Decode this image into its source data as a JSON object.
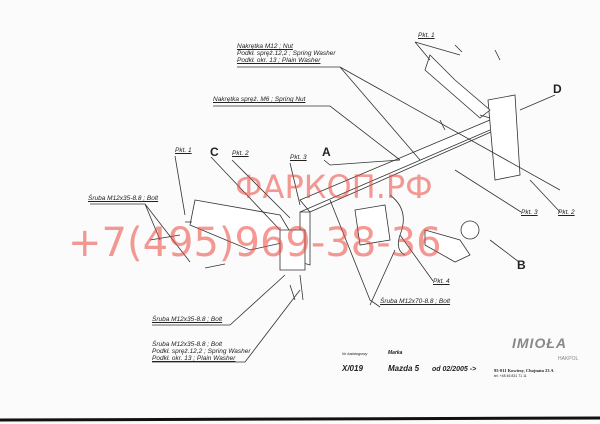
{
  "labels": {
    "nut_m12": "Nakrętka M12 ; Nut",
    "spring_washer": "Podkł. spręż.12,2 ; Spring Washer",
    "plain_washer": "Podkł. okr. 13 ; Plain Washer",
    "spring_nut": "Nakrętka spręż. M6 ; Spring Nut",
    "bolt_left": "Śruba M12x35-8.8 ; Bolt",
    "bolt_bottom": "Śruba M12x35-8.8 ; Bolt",
    "bolt_m12x70": "Śruba M12x70-8.8 ; Bolt",
    "bottom_bolt": "Śruba M12x35-8.8 ; Bolt",
    "bottom_spring_washer": "Podkł. spręż.12,2 ; Spring Washer",
    "bottom_plain_washer": "Podkł. okr. 13 ; Plain Washer"
  },
  "points": {
    "pkt1_top": "Pkt. 1",
    "pkt1_left": "Pkt. 1",
    "pkt2_left": "Pkt. 2",
    "pkt3_left": "Pkt. 3",
    "pkt3_right": "Pkt. 3",
    "pkt2_right": "Pkt. 2",
    "pkt4": "Pkt. 4"
  },
  "parts": {
    "a": "A",
    "b": "B",
    "c": "C",
    "d": "D"
  },
  "title_block": {
    "catalog_label": "Nr katalogowy",
    "catalog_no": "X/019",
    "brand_label": "Marka",
    "brand": "Mazda 5",
    "from": "od 02/2005 ->"
  },
  "logo": {
    "name": "IMIOŁA",
    "sub": "HAKPOL",
    "address": "95-011 Kowiesy, Chojnata 23 A",
    "tel": "tel. +48 46 831 71 11"
  },
  "watermark": {
    "line1": "ФАРКОП.РФ",
    "line2": "+7(495)969-38-36"
  },
  "colors": {
    "watermark": "#eb463c",
    "ink": "#222222"
  }
}
